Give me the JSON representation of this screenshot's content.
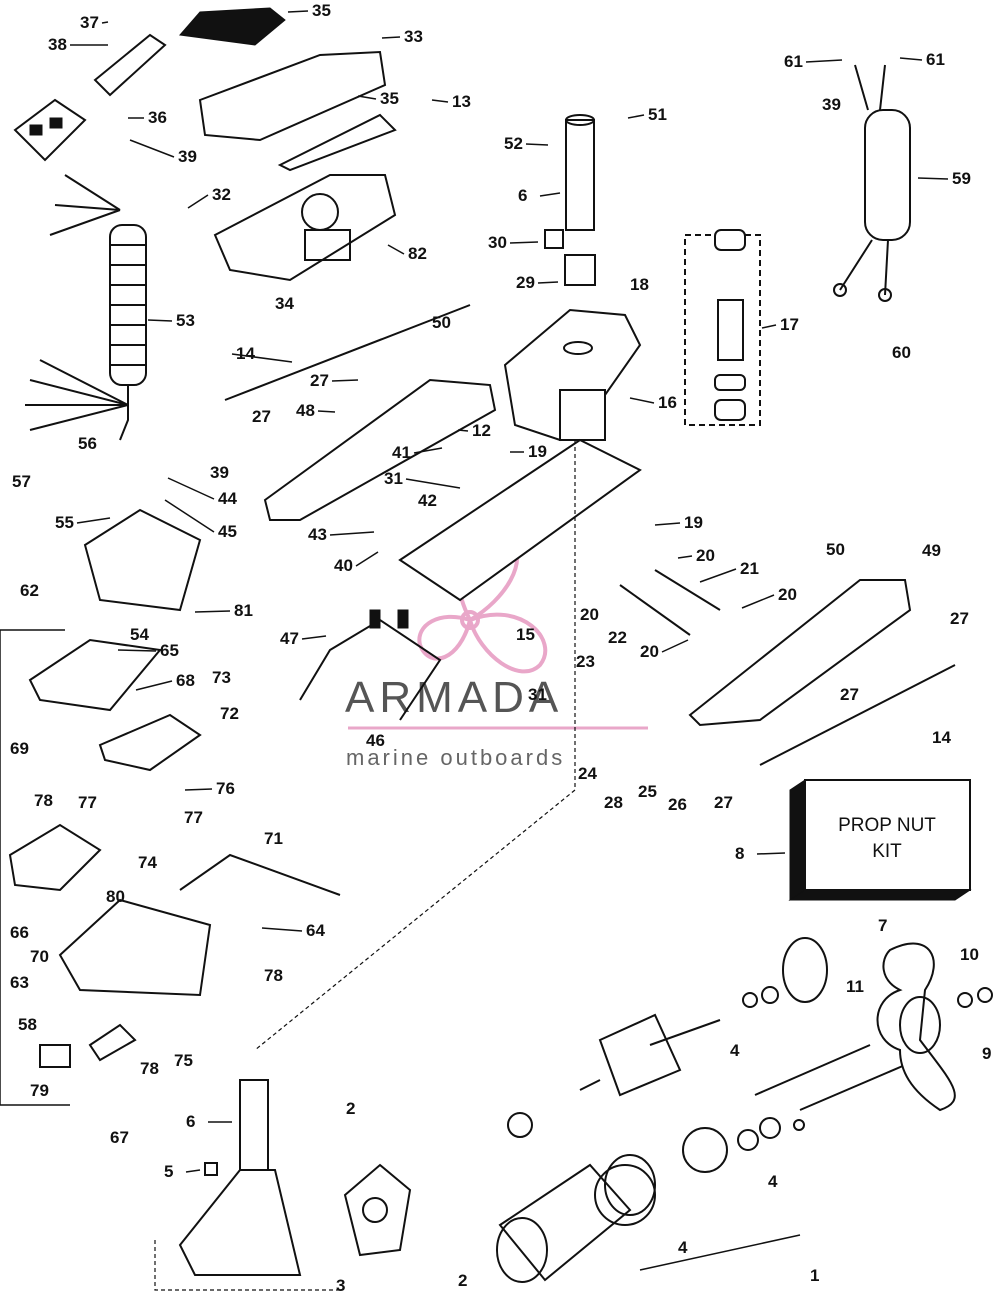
{
  "watermark": {
    "brand": "ARMADA",
    "tagline": "marine outboards",
    "accent_color": "#e9a7c9"
  },
  "kit_box": {
    "line1": "PROP NUT",
    "line2": "KIT"
  },
  "callouts": [
    {
      "id": "37",
      "label": "37"
    },
    {
      "id": "38",
      "label": "38"
    },
    {
      "id": "35a",
      "label": "35"
    },
    {
      "id": "33",
      "label": "33"
    },
    {
      "id": "35b",
      "label": "35"
    },
    {
      "id": "36",
      "label": "36"
    },
    {
      "id": "13",
      "label": "13"
    },
    {
      "id": "39a",
      "label": "39"
    },
    {
      "id": "32",
      "label": "32"
    },
    {
      "id": "82",
      "label": "82"
    },
    {
      "id": "53",
      "label": "53"
    },
    {
      "id": "34",
      "label": "34"
    },
    {
      "id": "14a",
      "label": "14"
    },
    {
      "id": "51",
      "label": "51"
    },
    {
      "id": "52",
      "label": "52"
    },
    {
      "id": "6a",
      "label": "6"
    },
    {
      "id": "30",
      "label": "30"
    },
    {
      "id": "29",
      "label": "29"
    },
    {
      "id": "18",
      "label": "18"
    },
    {
      "id": "17",
      "label": "17"
    },
    {
      "id": "16",
      "label": "16"
    },
    {
      "id": "61a",
      "label": "61"
    },
    {
      "id": "61b",
      "label": "61"
    },
    {
      "id": "39b",
      "label": "39"
    },
    {
      "id": "59",
      "label": "59"
    },
    {
      "id": "60",
      "label": "60"
    },
    {
      "id": "50a",
      "label": "50"
    },
    {
      "id": "27a",
      "label": "27"
    },
    {
      "id": "48",
      "label": "48"
    },
    {
      "id": "27b",
      "label": "27"
    },
    {
      "id": "12",
      "label": "12"
    },
    {
      "id": "41",
      "label": "41"
    },
    {
      "id": "19a",
      "label": "19"
    },
    {
      "id": "56",
      "label": "56"
    },
    {
      "id": "39c",
      "label": "39"
    },
    {
      "id": "57",
      "label": "57"
    },
    {
      "id": "44",
      "label": "44"
    },
    {
      "id": "45",
      "label": "45"
    },
    {
      "id": "55",
      "label": "55"
    },
    {
      "id": "31a",
      "label": "31"
    },
    {
      "id": "42",
      "label": "42"
    },
    {
      "id": "43",
      "label": "43"
    },
    {
      "id": "40",
      "label": "40"
    },
    {
      "id": "19b",
      "label": "19"
    },
    {
      "id": "20a",
      "label": "20"
    },
    {
      "id": "21",
      "label": "21"
    },
    {
      "id": "20b",
      "label": "20"
    },
    {
      "id": "20c",
      "label": "20"
    },
    {
      "id": "22",
      "label": "22"
    },
    {
      "id": "20d",
      "label": "20"
    },
    {
      "id": "50b",
      "label": "50"
    },
    {
      "id": "49",
      "label": "49"
    },
    {
      "id": "27c",
      "label": "27"
    },
    {
      "id": "62",
      "label": "62"
    },
    {
      "id": "81",
      "label": "81"
    },
    {
      "id": "54",
      "label": "54"
    },
    {
      "id": "47",
      "label": "47"
    },
    {
      "id": "15",
      "label": "15"
    },
    {
      "id": "65",
      "label": "65"
    },
    {
      "id": "23",
      "label": "23"
    },
    {
      "id": "27d",
      "label": "27"
    },
    {
      "id": "68",
      "label": "68"
    },
    {
      "id": "73",
      "label": "73"
    },
    {
      "id": "31b",
      "label": "31"
    },
    {
      "id": "14b",
      "label": "14"
    },
    {
      "id": "72",
      "label": "72"
    },
    {
      "id": "69",
      "label": "69"
    },
    {
      "id": "46",
      "label": "46"
    },
    {
      "id": "24",
      "label": "24"
    },
    {
      "id": "25",
      "label": "25"
    },
    {
      "id": "26",
      "label": "26"
    },
    {
      "id": "27e",
      "label": "27"
    },
    {
      "id": "28",
      "label": "28"
    },
    {
      "id": "76",
      "label": "76"
    },
    {
      "id": "78a",
      "label": "78"
    },
    {
      "id": "77a",
      "label": "77"
    },
    {
      "id": "77b",
      "label": "77"
    },
    {
      "id": "71",
      "label": "71"
    },
    {
      "id": "8",
      "label": "8"
    },
    {
      "id": "74",
      "label": "74"
    },
    {
      "id": "80",
      "label": "80"
    },
    {
      "id": "66",
      "label": "66"
    },
    {
      "id": "70",
      "label": "70"
    },
    {
      "id": "64",
      "label": "64"
    },
    {
      "id": "7",
      "label": "7"
    },
    {
      "id": "10",
      "label": "10"
    },
    {
      "id": "63",
      "label": "63"
    },
    {
      "id": "78b",
      "label": "78"
    },
    {
      "id": "11",
      "label": "11"
    },
    {
      "id": "58",
      "label": "58"
    },
    {
      "id": "9",
      "label": "9"
    },
    {
      "id": "79",
      "label": "79"
    },
    {
      "id": "78c",
      "label": "78"
    },
    {
      "id": "75",
      "label": "75"
    },
    {
      "id": "4a",
      "label": "4"
    },
    {
      "id": "67",
      "label": "67"
    },
    {
      "id": "6b",
      "label": "6"
    },
    {
      "id": "2a",
      "label": "2"
    },
    {
      "id": "4b",
      "label": "4"
    },
    {
      "id": "5",
      "label": "5"
    },
    {
      "id": "4c",
      "label": "4"
    },
    {
      "id": "3",
      "label": "3"
    },
    {
      "id": "2b",
      "label": "2"
    },
    {
      "id": "1",
      "label": "1"
    }
  ]
}
